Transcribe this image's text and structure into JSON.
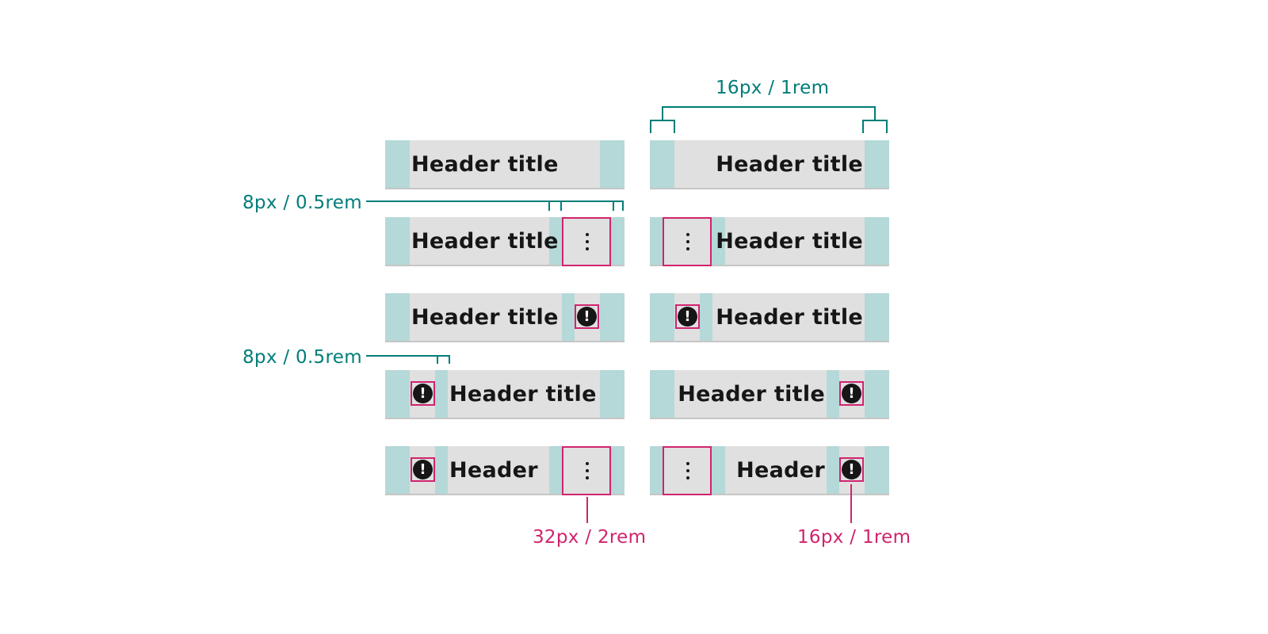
{
  "colors": {
    "padding": "#b5d8d8",
    "surface": "#e0e0e0",
    "teal_annotation": "#007d79",
    "pink_annotation": "#d0246e",
    "text": "#161616"
  },
  "labels": {
    "header_title": "Header title",
    "header_short": "Header",
    "warning_glyph": "!"
  },
  "annotations": {
    "top_spacing": "16px / 1rem",
    "gap_spacing_a": "8px / 0.5rem",
    "gap_spacing_b": "8px / 0.5rem",
    "menu_size": "32px / 2rem",
    "icon_size": "16px / 1rem"
  },
  "icons": {
    "overflow": "overflow-menu-vertical-icon",
    "warning": "warning-filled-icon"
  }
}
